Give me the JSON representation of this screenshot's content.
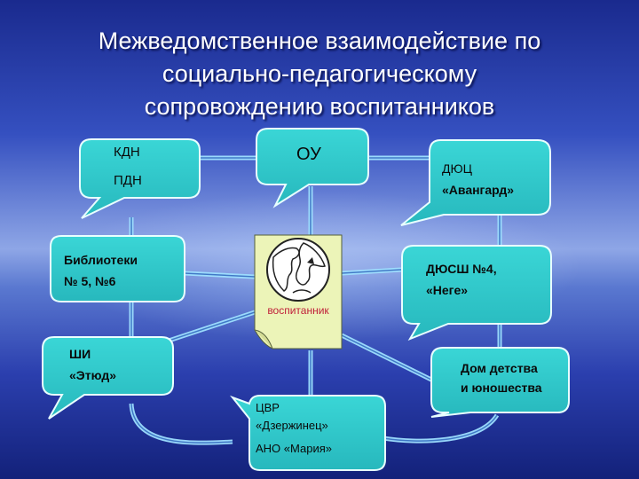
{
  "title": {
    "line1": "Межведомственное взаимодействие по",
    "line2": "социально-педагогическому",
    "line3": "сопровождению воспитанников"
  },
  "center": {
    "label": "воспитанник",
    "icon": "globe-document-icon"
  },
  "nodes": {
    "kdn": {
      "line1": "КДН",
      "line2": "ПДН"
    },
    "ou": {
      "line1": "ОУ"
    },
    "dyuts": {
      "line1": "ДЮЦ",
      "line2": "«Авангард»"
    },
    "libraries": {
      "line1": "Библиотеки",
      "line2": "№ 5, №6"
    },
    "dyussh": {
      "line1": "ДЮСШ №4,",
      "line2": "«Неге»"
    },
    "shi": {
      "line1": "ШИ",
      "line2": "«Этюд»"
    },
    "dom": {
      "line1": "Дом детства",
      "line2": "и юношества"
    },
    "tsvr": {
      "line1": "ЦВР",
      "line2": "«Дзержинец»",
      "line3": "АНО «Мария»"
    }
  },
  "colors": {
    "bubble_fill": "#33cccc",
    "bubble_stroke": "#e8ffff",
    "connector": "#8fd8ff",
    "document_fill": "#ecf4b8"
  }
}
